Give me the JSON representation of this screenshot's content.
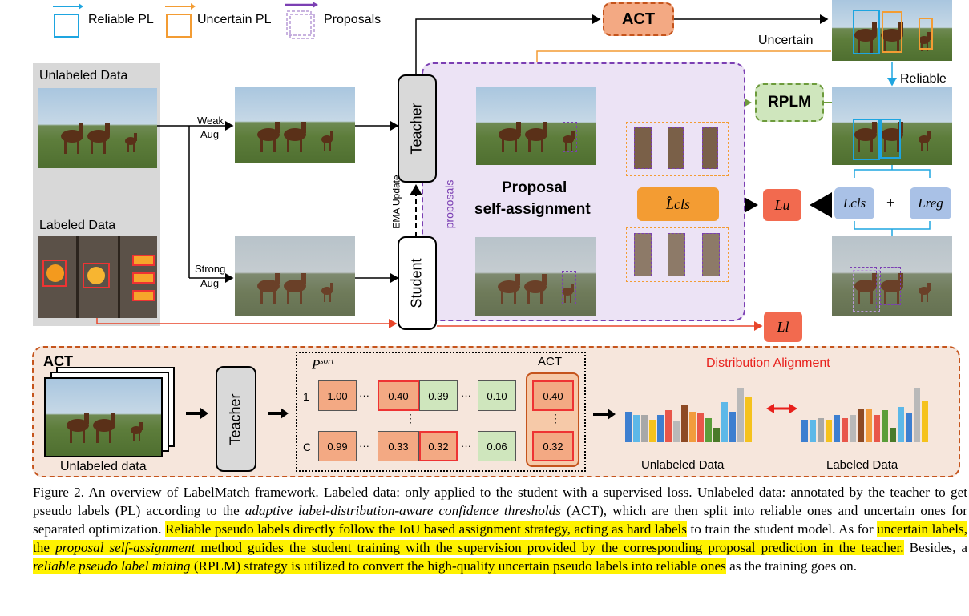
{
  "legend": {
    "reliable": "Reliable PL",
    "uncertain": "Uncertain PL",
    "proposals": "Proposals"
  },
  "colors": {
    "reliable": "#1ea5e0",
    "uncertain": "#f39c33",
    "proposals": "#7b3fb3",
    "act_fill": "#f3a983",
    "act_border": "#c5541c",
    "rplm_fill": "#cfe6bd",
    "rplm_border": "#6d9b3c",
    "loss_red": "#f26a4f",
    "loss_blue": "#a9c1e6",
    "panel_purple": "#ece3f5",
    "panel_bottom": "#f6e6dc"
  },
  "left": {
    "unlabeled_title": "Unlabeled Data",
    "labeled_title": "Labeled Data",
    "weak_aug": [
      "Weak",
      "Aug"
    ],
    "strong_aug": [
      "Strong",
      "Aug"
    ]
  },
  "models": {
    "teacher": "Teacher",
    "student": "Student",
    "ema": "EMA Update",
    "proposals": "proposals"
  },
  "top": {
    "act": "ACT",
    "uncertain": "Uncertain",
    "reliable": "Reliable",
    "rplm": "RPLM"
  },
  "center": {
    "psa_line1": "Proposal",
    "psa_line2": "self-assignment",
    "lcls_hat": "L̂cls"
  },
  "losses": {
    "lu": "Lu",
    "lcls": "Lcls",
    "plus": "+",
    "lreg": "Lreg",
    "ll": "Ll"
  },
  "bottom": {
    "act_title": "ACT",
    "unlabeled_data": "Unlabeled data",
    "teacher": "Teacher",
    "psort": "P",
    "psort_sup": "sort",
    "act_col": "ACT",
    "row1_label": "1",
    "rowC_label": "C",
    "row1": [
      "1.00",
      "0.40",
      "0.39",
      "0.10"
    ],
    "rowC": [
      "0.99",
      "0.33",
      "0.32",
      "0.06"
    ],
    "act_vals": [
      "0.40",
      "0.32"
    ],
    "ellipsis": "···",
    "vdots": "⋮",
    "dist_title": "Distribution Alignment",
    "unlabeled_caption": "Unlabeled Data",
    "labeled_caption": "Labeled Data"
  },
  "caption": {
    "p1": "Figure 2.  An overview of LabelMatch framework.  Labeled data:  only applied to the student with a supervised loss.  Unlabeled data: annotated by the teacher to get pseudo labels (PL) according to the ",
    "p1_italic": "adaptive label-distribution-aware confidence thresholds",
    "p2": " (ACT), which are then split into reliable ones and uncertain ones for separated optimization. ",
    "h1": "Reliable pseudo labels directly follow the IoU based assignment strategy, acting as hard labels",
    "p3": " to train the student model. As for ",
    "h2a": "uncertain labels, the ",
    "h2_italic": "proposal self-assignment",
    "h2b": " method guides the student training with the supervision provided by the corresponding proposal prediction in the teacher.",
    "p4": " Besides, a ",
    "h3_italic": "reliable pseudo label mining",
    "h3b": " (RPLM) strategy is utilized to convert the high-quality uncertain pseudo labels into reliable ones",
    "p5": " as the training goes on."
  }
}
